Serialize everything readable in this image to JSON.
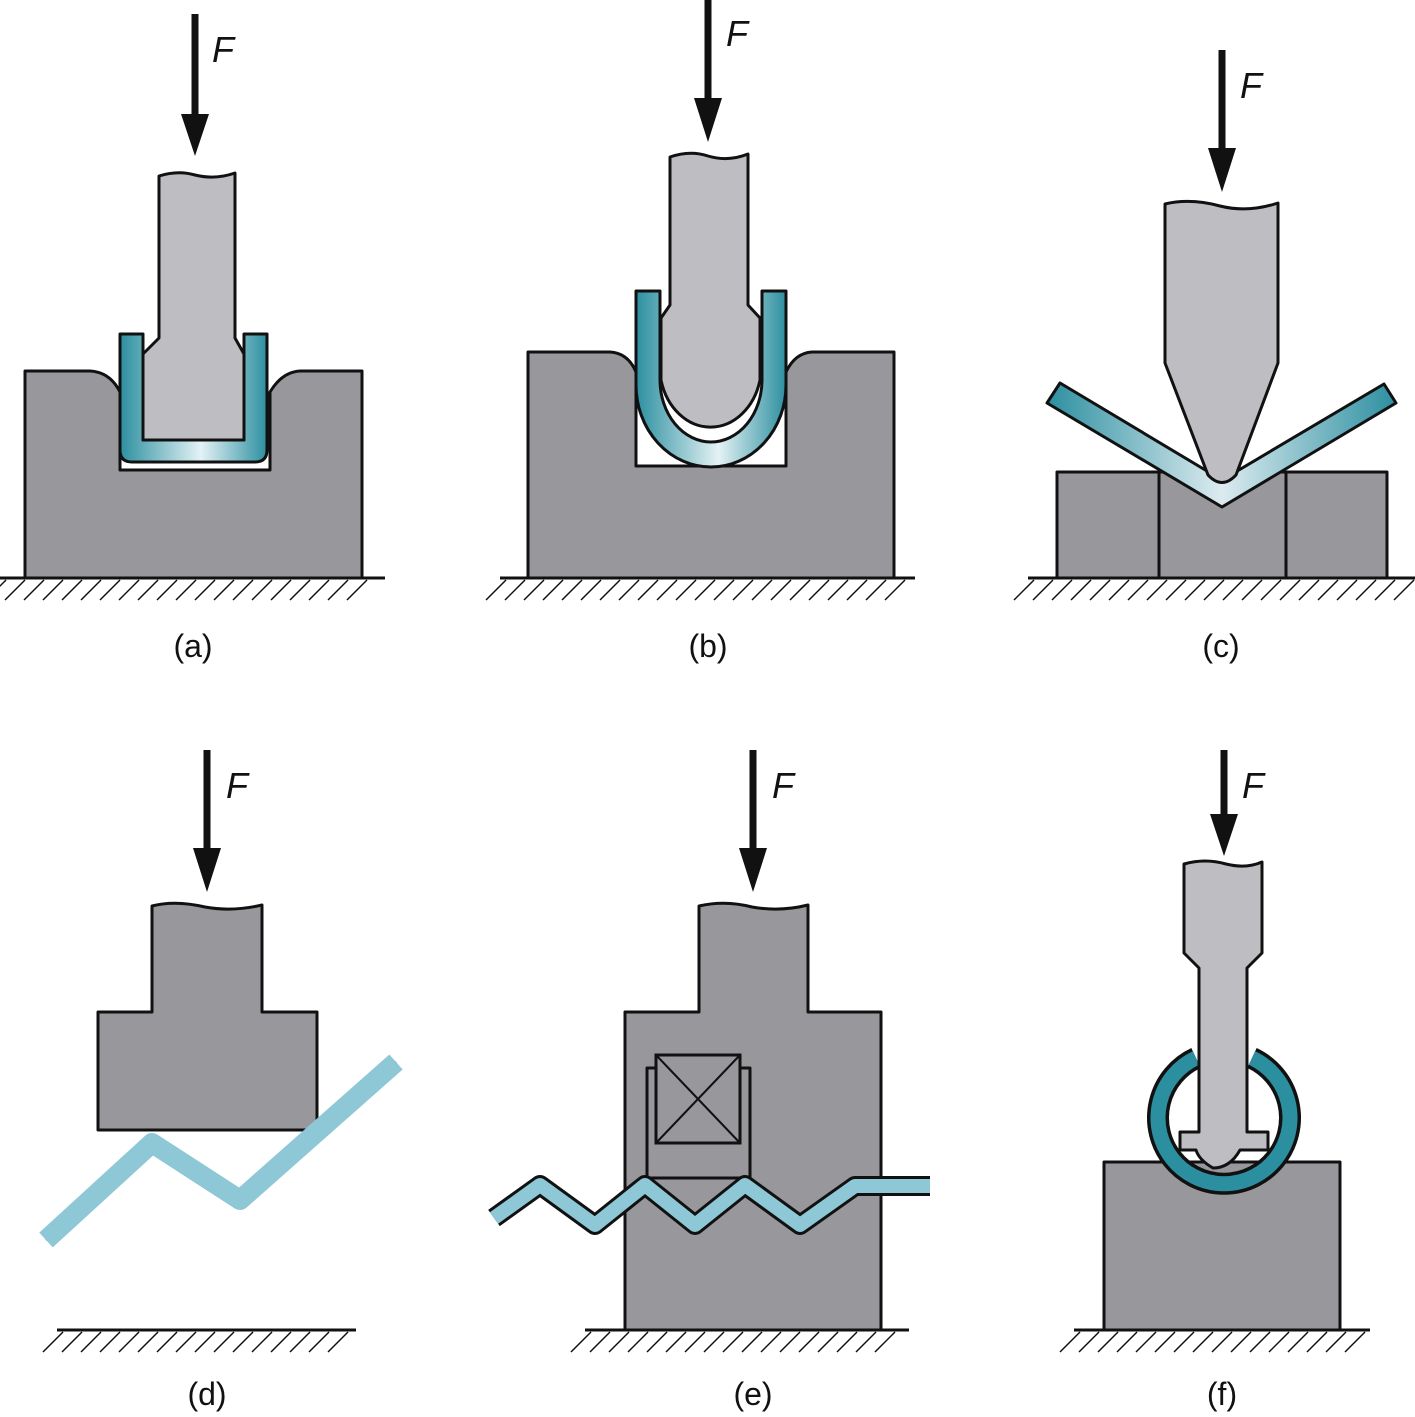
{
  "force_label": "F",
  "panels": [
    {
      "id": "a",
      "caption": "(a)"
    },
    {
      "id": "b",
      "caption": "(b)"
    },
    {
      "id": "c",
      "caption": "(c)"
    },
    {
      "id": "d",
      "caption": "(d)"
    },
    {
      "id": "e",
      "caption": "(e)"
    },
    {
      "id": "f",
      "caption": "(f)"
    }
  ],
  "colors": {
    "die": "#98989c",
    "punch": "#bebec2",
    "sheet_teal": "#2c8fa0",
    "sheet_light": "#8ec8d6",
    "outline": "#111111"
  }
}
